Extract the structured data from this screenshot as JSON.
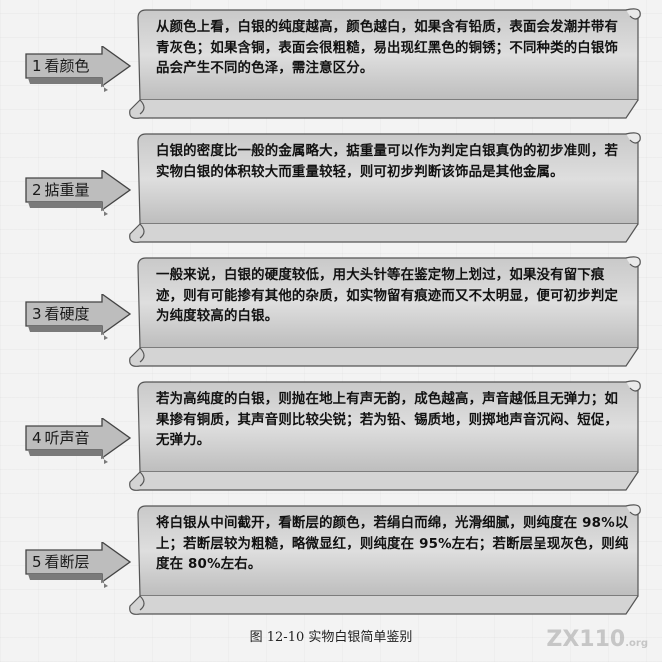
{
  "steps": [
    {
      "number": "1",
      "label": "看颜色",
      "text": "从颜色上看，白银的纯度越高，颜色越白，如果含有铅质，表面会发潮并带有青灰色；如果含铜，表面会很粗糙，易出现红黑色的铜锈；不同种类的白银饰品会产生不同的色泽，需注意区分。"
    },
    {
      "number": "2",
      "label": "掂重量",
      "text": "白银的密度比一般的金属略大，掂重量可以作为判定白银真伪的初步准则，若实物白银的体积较大而重量较轻，则可初步判断该饰品是其他金属。"
    },
    {
      "number": "3",
      "label": "看硬度",
      "text": "一般来说，白银的硬度较低，用大头针等在鉴定物上划过，如果没有留下痕迹，则有可能掺有其他的杂质，如实物留有痕迹而又不太明显，便可初步判定为纯度较高的白银。"
    },
    {
      "number": "4",
      "label": "听声音",
      "text": "若为高纯度的白银，则抛在地上有声无韵，成色越高，声音越低且无弹力；如果掺有铜质，其声音则比较尖锐；若为铅、锡质地，则掷地声音沉闷、短促，无弹力。"
    },
    {
      "number": "5",
      "label": "看断层",
      "text": "将白银从中间截开，看断层的颜色，若绢白而绵，光滑细腻，则纯度在 98%以上；若断层较为粗糙，略微显红，则纯度在 95%左右；若断层呈现灰色，则纯度在 80%左右。"
    }
  ],
  "caption": "图 12-10    实物白银简单鉴别",
  "watermark": {
    "main": "ZX110",
    "sub": ".org"
  }
}
